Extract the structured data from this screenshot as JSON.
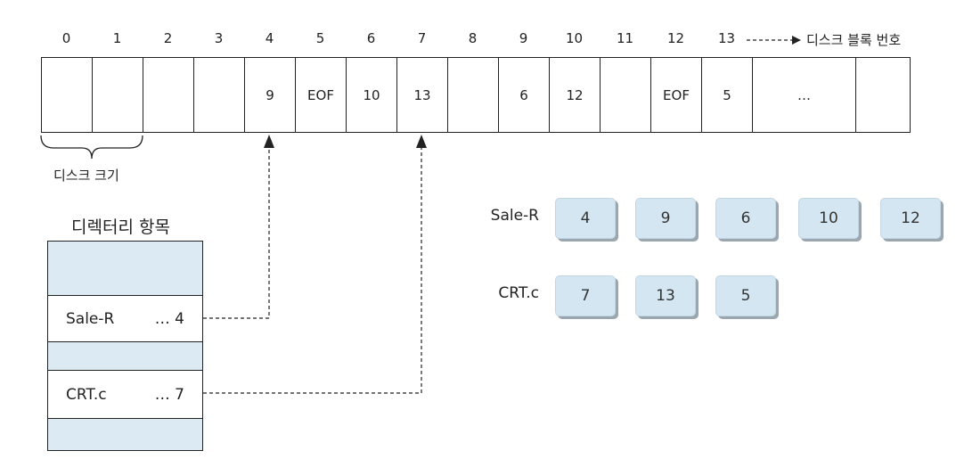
{
  "block_numbers": [
    "0",
    "1",
    "2",
    "3",
    "4",
    "5",
    "6",
    "7",
    "8",
    "9",
    "10",
    "11",
    "12",
    "13"
  ],
  "block_numbers_label": "디스크 블록 번호",
  "fat_entries": [
    "",
    "",
    "",
    "",
    "9",
    "EOF",
    "10",
    "13",
    "",
    "6",
    "12",
    "",
    "EOF",
    "5",
    "…",
    ""
  ],
  "disk_size_label": "디스크 크기",
  "directory": {
    "title": "디렉터리 항목",
    "entries": [
      {
        "name": "",
        "ellipsis": "",
        "start": ""
      },
      {
        "name": "Sale-R",
        "ellipsis": "…",
        "start": "4"
      },
      {
        "name": "",
        "ellipsis": "",
        "start": ""
      },
      {
        "name": "CRT.c",
        "ellipsis": "…",
        "start": "7"
      },
      {
        "name": "",
        "ellipsis": "",
        "start": ""
      }
    ]
  },
  "chains": [
    {
      "label": "Sale-R",
      "blocks": [
        "4",
        "9",
        "6",
        "10",
        "12"
      ]
    },
    {
      "label": "CRT.c",
      "blocks": [
        "7",
        "13",
        "5"
      ]
    }
  ],
  "colors": {
    "box_fill": "#d4e6f1",
    "shaded_row": "#dbeaf3",
    "line": "#222222"
  }
}
